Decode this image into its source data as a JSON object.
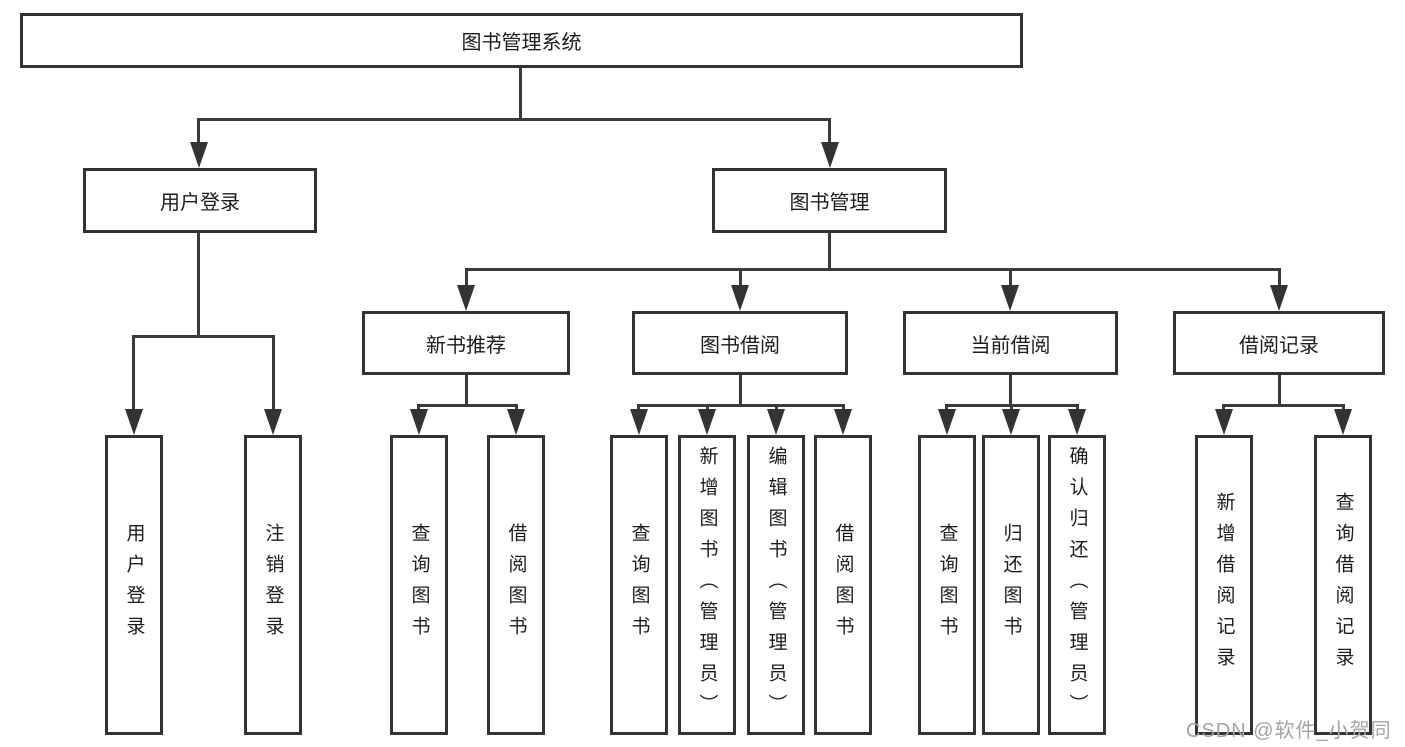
{
  "diagram": {
    "root_label": "图书管理系统",
    "branches": [
      {
        "label": "用户登录",
        "children": [
          {
            "label": "用户登录"
          },
          {
            "label": "注销登录"
          }
        ]
      },
      {
        "label": "图书管理",
        "children": [
          {
            "label": "新书推荐",
            "children": [
              {
                "label": "查询图书"
              },
              {
                "label": "借阅图书"
              }
            ]
          },
          {
            "label": "图书借阅",
            "children": [
              {
                "label": "查询图书"
              },
              {
                "label": "新增图书（管理员）"
              },
              {
                "label": "编辑图书（管理员）"
              },
              {
                "label": "借阅图书"
              }
            ]
          },
          {
            "label": "当前借阅",
            "children": [
              {
                "label": "查询图书"
              },
              {
                "label": "归还图书"
              },
              {
                "label": "确认归还（管理员）"
              }
            ]
          },
          {
            "label": "借阅记录",
            "children": [
              {
                "label": "新增借阅记录"
              },
              {
                "label": "查询借阅记录"
              }
            ]
          }
        ]
      }
    ],
    "watermark": "CSDN @软件_小贺同学",
    "colors": {
      "line": "#333333",
      "text": "#1c1c1c",
      "watermark": "#a3a3a3",
      "background": "#ffffff"
    }
  }
}
